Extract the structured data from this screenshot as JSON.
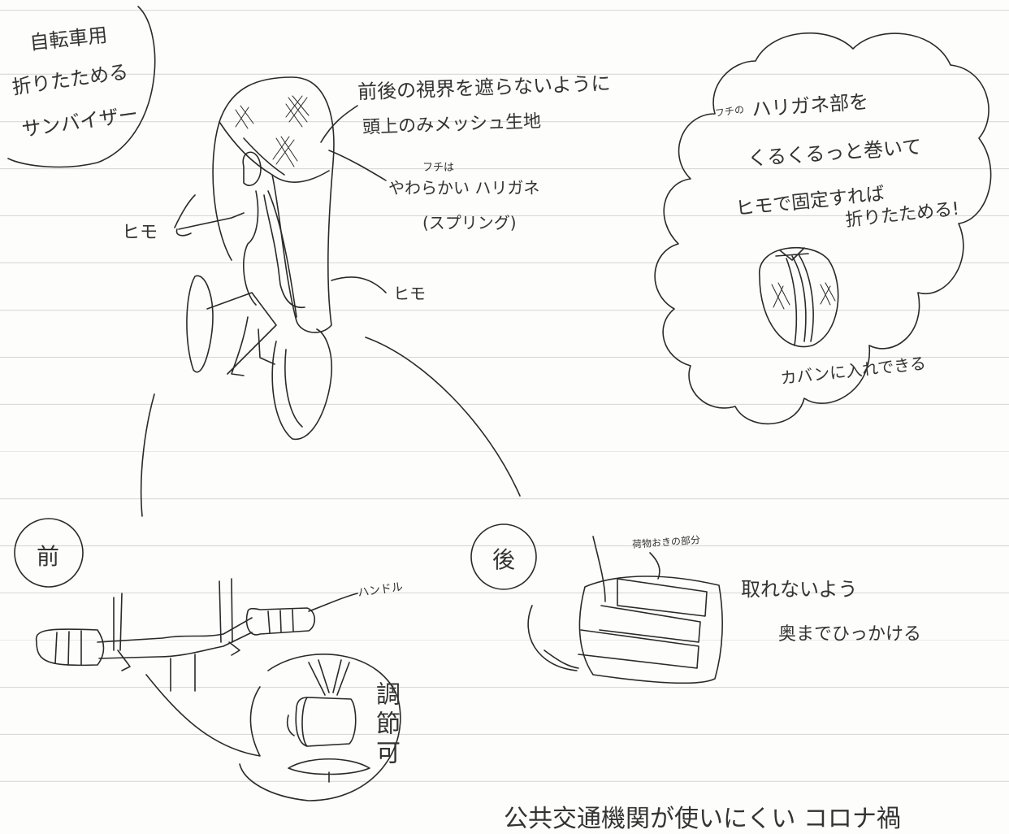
{
  "title": {
    "line1": "自転車用",
    "line2": "折りたためる",
    "line3": "サンバイザー"
  },
  "top_note": {
    "line1": "前後の視界を遮らないように",
    "line2": "頭上のみメッシュ生地"
  },
  "edge_note": {
    "line1": "フチは",
    "line2": "やわらかい ハリガネ",
    "line3": "(スプリング)"
  },
  "string_label_left": "ヒモ",
  "string_label_right": "ヒモ",
  "cloud": {
    "small": "フチの",
    "line1": "ハリガネ部を",
    "line2": "くるくるっと巻いて",
    "line3": "ヒモで固定すれば",
    "line4": "折りたためる!",
    "caption": "カバンに入れできる"
  },
  "front": {
    "badge": "前",
    "handle_label": "ハンドル",
    "adjust_label": "調節可"
  },
  "rear": {
    "badge": "後",
    "rack_label": "荷物おきの部分",
    "hook_line1": "取れないよう",
    "hook_line2": "奥までひっかける"
  },
  "bottom_text": "公共交通機関が使いにくい コロナ禍"
}
